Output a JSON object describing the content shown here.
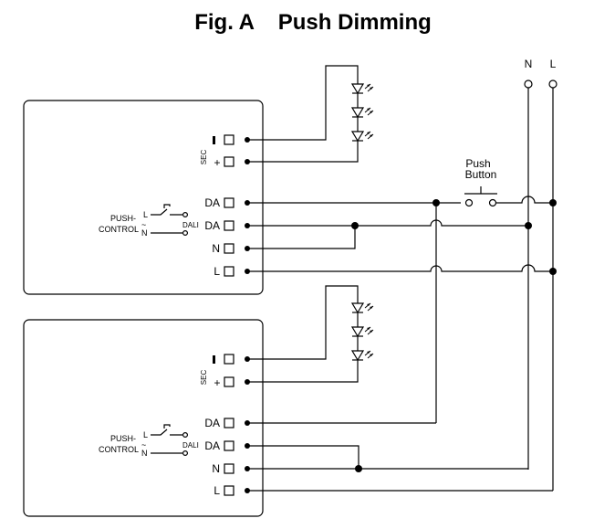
{
  "title": "Fig. A    Push Dimming",
  "mains": {
    "n_label": "N",
    "l_label": "L"
  },
  "push_button": {
    "line1": "Push",
    "line2": "Button"
  },
  "driver_1": {
    "sec_label": "SEC",
    "terminals": {
      "neg": "−",
      "pos": "+",
      "da1": "DA",
      "da2": "DA",
      "n": "N",
      "l": "L"
    },
    "push_control": {
      "line1": "PUSH-",
      "line2": "CONTROL",
      "l": "L",
      "n": "N",
      "tilde": "~",
      "dali": "DALI"
    }
  },
  "driver_2": {
    "sec_label": "SEC",
    "terminals": {
      "neg": "−",
      "pos": "+",
      "da1": "DA",
      "da2": "DA",
      "n": "N",
      "l": "L"
    },
    "push_control": {
      "line1": "PUSH-",
      "line2": "CONTROL",
      "l": "L",
      "n": "N",
      "tilde": "~",
      "dali": "DALI"
    }
  }
}
